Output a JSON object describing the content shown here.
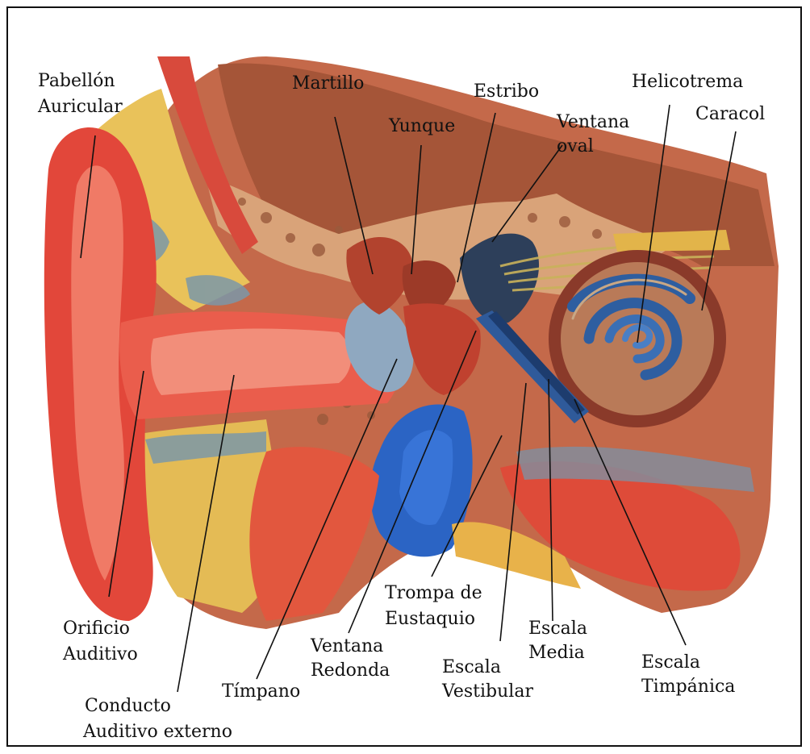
{
  "labels": {
    "pabellon": [
      "Pabellón",
      "Auricular"
    ],
    "martillo": [
      "Martillo"
    ],
    "estribo": [
      "Estribo"
    ],
    "helicotrema": [
      "Helicotrema"
    ],
    "yunque": [
      "Yunque"
    ],
    "ventana_oval": [
      "Ventana",
      "oval"
    ],
    "caracol": [
      "Caracol"
    ],
    "orificio": [
      "Orificio",
      "Auditivo"
    ],
    "conducto": [
      "Conducto",
      "Auditivo externo"
    ],
    "timpano": [
      "Tímpano"
    ],
    "ventana_redonda": [
      "Ventana",
      "Redonda"
    ],
    "trompa": [
      "Trompa de",
      "Eustaquio"
    ],
    "escala_vestibular": [
      "Escala",
      "Vestibular"
    ],
    "escala_media": [
      "Escala",
      "Media"
    ],
    "escala_timpanica": [
      "Escala",
      "Timpánica"
    ]
  }
}
